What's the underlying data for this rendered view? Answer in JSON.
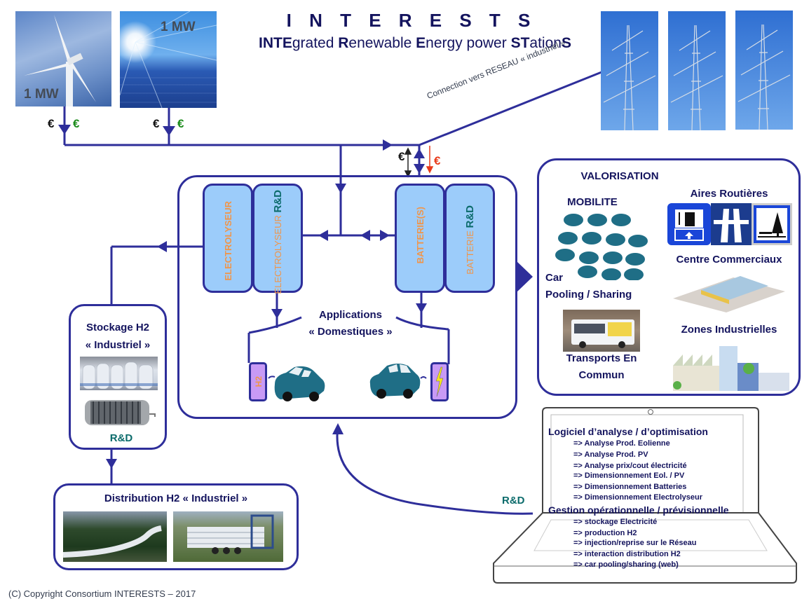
{
  "header": {
    "title": "I N T E R E S T S",
    "subtitle_parts": [
      {
        "text": "INTE",
        "bold": true
      },
      {
        "text": "grated ",
        "bold": false
      },
      {
        "text": "R",
        "bold": true
      },
      {
        "text": "enewable ",
        "bold": false
      },
      {
        "text": "E",
        "bold": true
      },
      {
        "text": "nergy power ",
        "bold": false
      },
      {
        "text": "ST",
        "bold": true
      },
      {
        "text": "ation",
        "bold": false
      },
      {
        "text": "S",
        "bold": true
      }
    ]
  },
  "sources": {
    "wind": {
      "label": "1 MW",
      "icon": "wind-turbine-photo"
    },
    "solar": {
      "label": "1 MW",
      "icon": "solar-panel-photo"
    },
    "euro_in": "€",
    "euro_out": "€"
  },
  "grid": {
    "connection_label": "Connection  vers RESEAU « industriel »",
    "pylons": [
      "pylon-photo",
      "pylon-photo",
      "pylon-photo"
    ],
    "euro_bidirectional": "€",
    "euro_red": "€"
  },
  "station": {
    "electrolyseur": "ELECTROLYSEUR",
    "electrolyseur_rd_main": "ELECTROLYSEUR ",
    "batterie": "BATTERIE(S)",
    "batterie_rd_main": "BATTERIE ",
    "rd": "R&D",
    "applications_line1": "Applications",
    "applications_line2": "« Domestiques »",
    "h2_plug": "H2"
  },
  "storage": {
    "title_line1": "Stockage H2",
    "title_line2": "« Industriel »",
    "rd": "R&D"
  },
  "distribution": {
    "title": "Distribution H2 « Industriel »"
  },
  "valorisation": {
    "title": "VALORISATION",
    "mobilite": "MOBILITE",
    "car_line1": "Car",
    "car_line2": "Pooling / Sharing",
    "transports_line1": "Transports En",
    "transports_line2": "Commun",
    "aires": "Aires Routières",
    "centre": "Centre Commerciaux",
    "zones": "Zones Industrielles"
  },
  "laptop": {
    "rd_label": "R&D",
    "section1_title": "Logiciel d’analyse / d’optimisation",
    "section1_items": [
      "=> Analyse Prod. Eolienne",
      "=> Analyse Prod. PV",
      "=> Analyse prix/cout électricité",
      "=> Dimensionnement Eol. / PV",
      "=> Dimensionnement Batteries",
      "=> Dimensionnement Electrolyseur"
    ],
    "section2_title": "Gestion opérationnelle  / prévisionnelle",
    "section2_items": [
      "=> stockage Electricité",
      "=> production H2",
      "=> injection/reprise sur le Réseau",
      "=> interaction distribution H2",
      "=> car pooling/sharing (web)"
    ]
  },
  "footer": {
    "copyright": "(C) Copyright Consortium  INTERESTS – 2017"
  },
  "colors": {
    "navy": "#14145e",
    "line": "#2e2e9a",
    "box_fill": "#9cccfa",
    "plug_fill": "#c89af5",
    "orange": "#f0954a",
    "teal": "#0b6b6b",
    "euro_green": "#1a8a1a",
    "euro_red": "#e83a1a"
  }
}
